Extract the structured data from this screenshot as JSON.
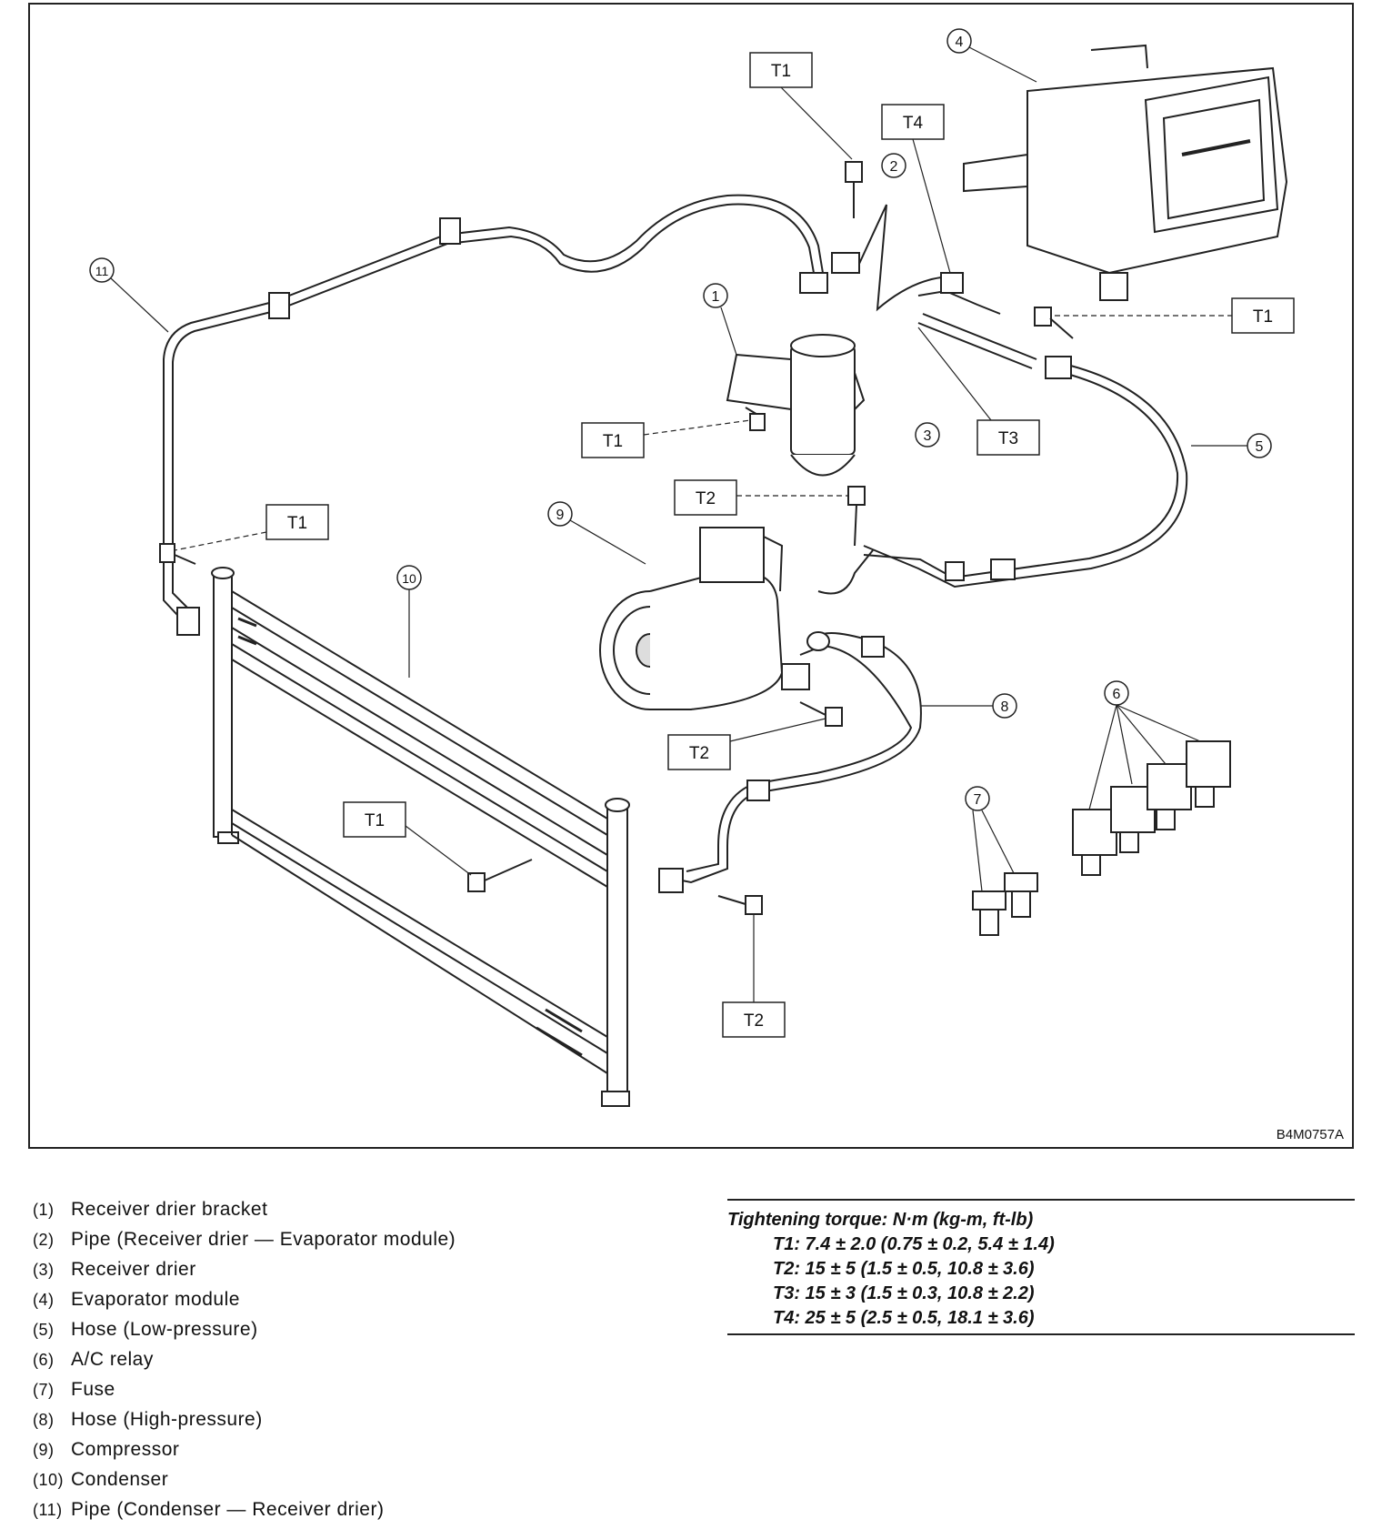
{
  "figure_code": "B4M0757A",
  "callouts": {
    "c1": "1",
    "c2": "2",
    "c3": "3",
    "c4": "4",
    "c5": "5",
    "c6": "6",
    "c7": "7",
    "c8": "8",
    "c9": "9",
    "c10": "10",
    "c11": "11"
  },
  "torque_labels": {
    "t1": "T1",
    "t2": "T2",
    "t3": "T3",
    "t4": "T4"
  },
  "legend": [
    {
      "num": "(1)",
      "text": "Receiver drier bracket"
    },
    {
      "num": "(2)",
      "text": "Pipe (Receiver drier — Evaporator module)"
    },
    {
      "num": "(3)",
      "text": "Receiver drier"
    },
    {
      "num": "(4)",
      "text": "Evaporator module"
    },
    {
      "num": "(5)",
      "text": "Hose (Low-pressure)"
    },
    {
      "num": "(6)",
      "text": "A/C relay"
    },
    {
      "num": "(7)",
      "text": "Fuse"
    },
    {
      "num": "(8)",
      "text": "Hose (High-pressure)"
    },
    {
      "num": "(9)",
      "text": "Compressor"
    },
    {
      "num": "(10)",
      "text": "Condenser"
    },
    {
      "num": "(11)",
      "text": "Pipe (Condenser — Receiver drier)"
    }
  ],
  "torque": {
    "heading": "Tightening torque: N·m (kg-m, ft-lb)",
    "rows": [
      "T1: 7.4 ± 2.0 (0.75 ± 0.2, 5.4 ± 1.4)",
      "T2: 15 ± 5 (1.5 ± 0.5, 10.8 ± 3.6)",
      "T3: 15 ± 3 (1.5 ± 0.3, 10.8 ± 2.2)",
      "T4: 25 ± 5 (2.5 ± 0.5, 18.1 ± 3.6)"
    ]
  }
}
